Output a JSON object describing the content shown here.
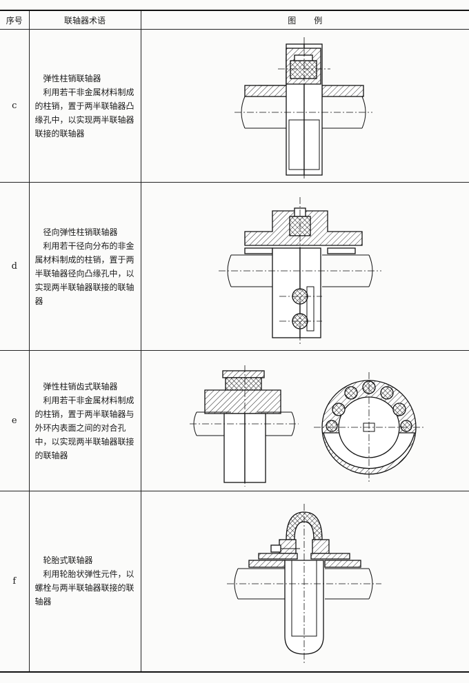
{
  "header": {
    "seq": "序号",
    "term": "联轴器术语",
    "figure": "图例"
  },
  "rows": [
    {
      "seq": "c",
      "title": "弹性柱销联轴器",
      "desc": "利用若干非金属材料制成的柱销，置于两半联轴器凸缘孔中，以实现两半联轴器联接的联轴器",
      "figure_icon": "elastic-pin-coupling-diagram"
    },
    {
      "seq": "d",
      "title": "径向弹性柱销联轴器",
      "desc": "利用若干径向分布的非金属材料制成的柱销，置于两半联轴器径向凸缘孔中，以实现两半联轴器联接的联轴器",
      "figure_icon": "radial-elastic-pin-coupling-diagram"
    },
    {
      "seq": "e",
      "title": "弹性柱销齿式联轴器",
      "desc": "利用若干非金属材料制成的柱销，置于两半联轴器与外环内表面之间的对合孔中，以实现两半联轴器联接的联轴器",
      "figure_icon": "elastic-pin-gear-coupling-diagram"
    },
    {
      "seq": "f",
      "title": "轮胎式联轴器",
      "desc": "利用轮胎状弹性元件，以螺栓与两半联轴器联接的联轴器",
      "figure_icon": "tire-coupling-diagram"
    }
  ]
}
